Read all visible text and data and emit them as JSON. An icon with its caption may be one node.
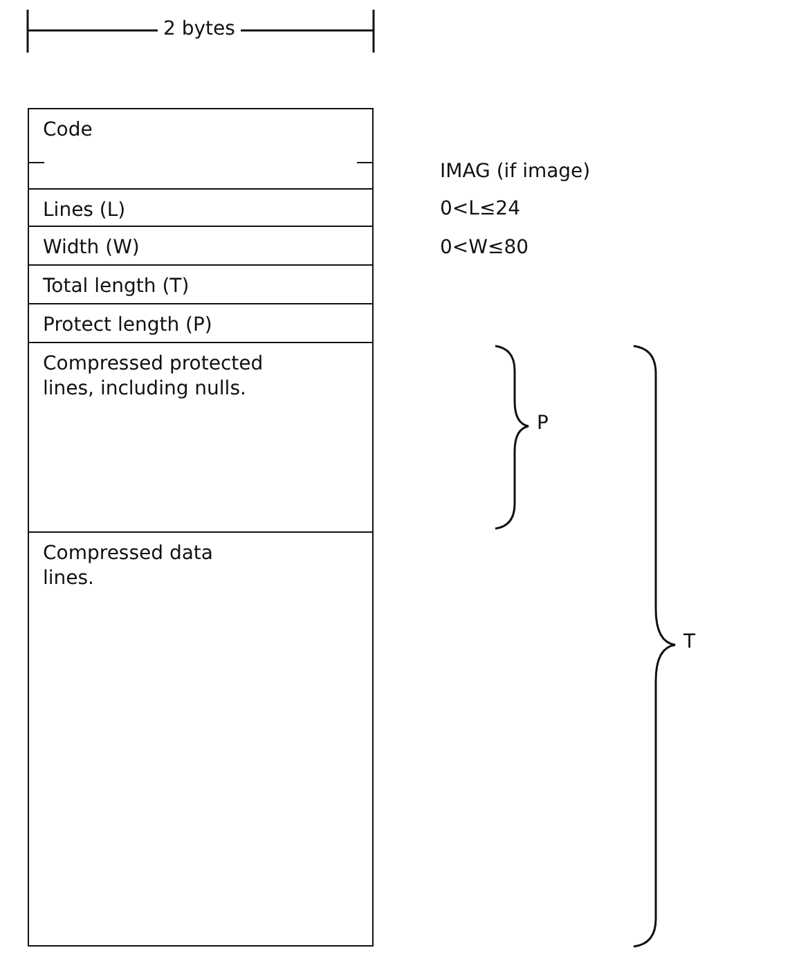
{
  "diagram": {
    "nodes": [
      {
        "text": [
          "Code"
        ],
        "beside": [
          "IMAG (if image)"
        ]
      },
      {
        "text": [
          "Lines (L)"
        ],
        "beside": [
          "0<L≤24"
        ]
      },
      {
        "text": [
          "Width (W)"
        ],
        "beside": [
          "0<W≤80"
        ]
      },
      {
        "text": [
          "Total length (T)"
        ]
      },
      {
        "text": [
          "Protect length (P)"
        ]
      },
      {
        "text": [
          "Compressed protected lines, including nulls."
        ]
      },
      {
        "text": [
          "Compressed data lines."
        ]
      }
    ],
    "edges": [],
    "labels": [
      "2 bytes",
      "P",
      "T"
    ]
  }
}
